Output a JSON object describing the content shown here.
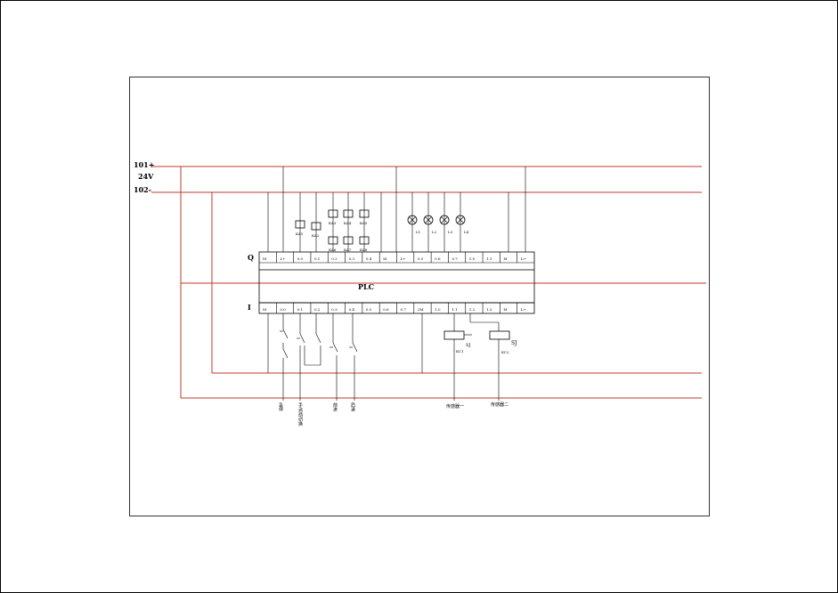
{
  "colors": {
    "rail": "#c0392b",
    "line": "#000000"
  },
  "rails": {
    "positive": "101+",
    "voltage": "24V",
    "negative": "102-"
  },
  "plc": {
    "title": "PLC",
    "q_label": "Q",
    "i_label": "I",
    "q_terminals": [
      "M",
      "L+",
      "0.0",
      "0.1",
      "0.2",
      "0.3",
      "0.4",
      "M",
      "L+",
      "0.5",
      "0.6",
      "0.7",
      "1.0",
      "1.1",
      "M",
      "L+"
    ],
    "i_terminals": [
      "M",
      "0.0",
      "0.1",
      "0.2",
      "0.3",
      "0.4",
      "0.5",
      "0.6",
      "0.7",
      "2M",
      "1.0",
      "1.1",
      "1.2",
      "1.3",
      "M",
      "L+"
    ]
  },
  "outputs": {
    "relays": [
      "KA1",
      "KA2",
      "KA3",
      "KA4",
      "KA5",
      "KA6",
      "KA7",
      "KA8"
    ],
    "lamps": [
      "L1",
      "L2",
      "L3",
      "L4"
    ]
  },
  "inputs": {
    "switch_labels": [
      "急停",
      "手/自动切换",
      "前进",
      "后退"
    ],
    "relay_labels": [
      "SJ",
      "SJ"
    ],
    "relay_tags": [
      "KC1",
      "KC2"
    ],
    "sensor_labels": [
      "传感器一",
      "传感器二"
    ]
  }
}
